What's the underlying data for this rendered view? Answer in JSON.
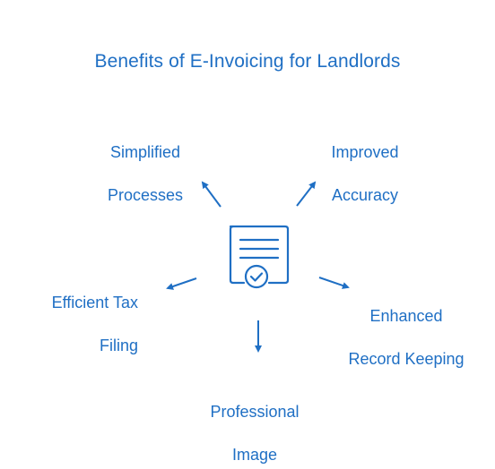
{
  "title": "Benefits of E-Invoicing for Landlords",
  "center": {
    "icon": "invoice-document-check-icon"
  },
  "benefits": [
    {
      "id": "simplified",
      "lines": [
        "Simplified",
        "Processes"
      ]
    },
    {
      "id": "accuracy",
      "lines": [
        "Improved",
        "Accuracy"
      ]
    },
    {
      "id": "tax",
      "lines": [
        "Efficient Tax",
        "Filing"
      ]
    },
    {
      "id": "record",
      "lines": [
        "Enhanced",
        "Record Keeping"
      ]
    },
    {
      "id": "image",
      "lines": [
        "Professional",
        "Image"
      ]
    }
  ],
  "colors": {
    "accent": "#1f6fc4",
    "background": "#ffffff"
  }
}
